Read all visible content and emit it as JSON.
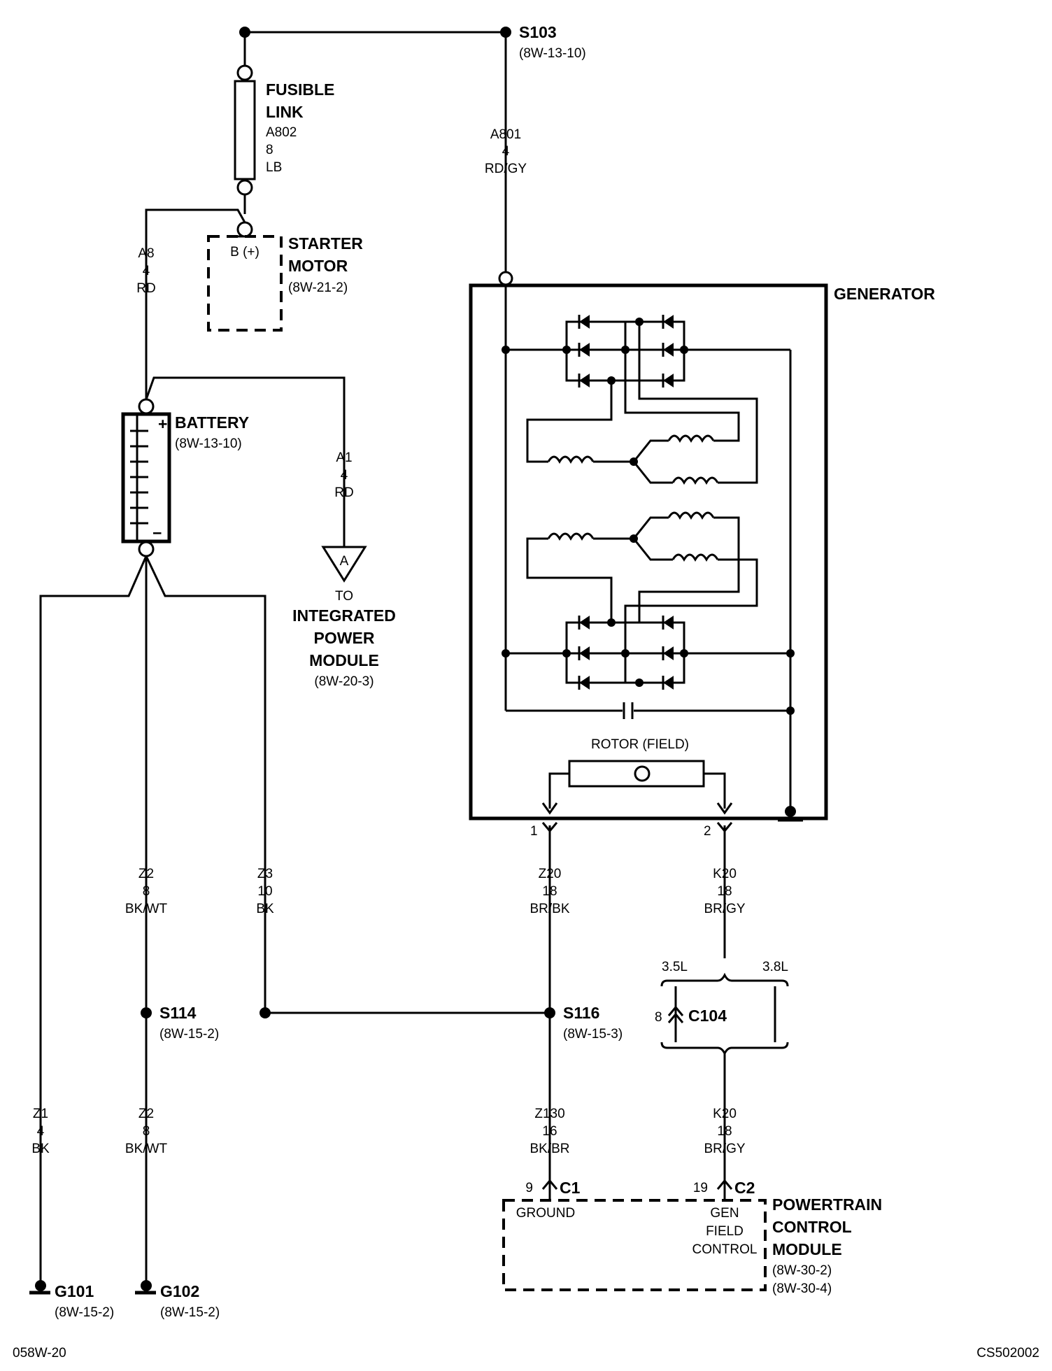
{
  "fusible_link": {
    "title1": "FUSIBLE",
    "title2": "LINK",
    "circuit": "A802",
    "gauge": "8",
    "color": "LB"
  },
  "s103": {
    "name": "S103",
    "ref": "(8W-13-10)"
  },
  "a801": {
    "circuit": "A801",
    "gauge": "4",
    "color": "RD/GY"
  },
  "starter": {
    "title1": "STARTER",
    "title2": "MOTOR",
    "ref": "(8W-21-2)",
    "terminal": "B (+)"
  },
  "a8": {
    "circuit": "A8",
    "gauge": "4",
    "color": "RD"
  },
  "battery": {
    "title": "BATTERY",
    "ref": "(8W-13-10)",
    "plus": "+",
    "minus": "−"
  },
  "a1": {
    "circuit": "A1",
    "gauge": "4",
    "color": "RD"
  },
  "ipm": {
    "connector": "A",
    "line1": "TO",
    "line2": "INTEGRATED",
    "line3": "POWER",
    "line4": "MODULE",
    "ref": "(8W-20-3)"
  },
  "generator": {
    "title": "GENERATOR",
    "rotor": "ROTOR (FIELD)",
    "pin1": "1",
    "pin2": "2"
  },
  "z20": {
    "circuit": "Z20",
    "gauge": "18",
    "color": "BR/BK"
  },
  "k20_top": {
    "circuit": "K20",
    "gauge": "18",
    "color": "BR/GY"
  },
  "z2_top": {
    "circuit": "Z2",
    "gauge": "8",
    "color": "BK/WT"
  },
  "z3": {
    "circuit": "Z3",
    "gauge": "10",
    "color": "BK"
  },
  "s114": {
    "name": "S114",
    "ref": "(8W-15-2)"
  },
  "s116": {
    "name": "S116",
    "ref": "(8W-15-3)"
  },
  "c104": {
    "name": "C104",
    "pin": "8",
    "left_variant": "3.5L",
    "right_variant": "3.8L"
  },
  "z1": {
    "circuit": "Z1",
    "gauge": "4",
    "color": "BK"
  },
  "z2_bottom": {
    "circuit": "Z2",
    "gauge": "8",
    "color": "BK/WT"
  },
  "z130": {
    "circuit": "Z130",
    "gauge": "16",
    "color": "BK/BR"
  },
  "k20_bottom": {
    "circuit": "K20",
    "gauge": "18",
    "color": "BR/GY"
  },
  "pcm": {
    "title1": "POWERTRAIN",
    "title2": "CONTROL",
    "title3": "MODULE",
    "ref1": "(8W-30-2)",
    "ref2": "(8W-30-4)",
    "c1": "C1",
    "c1_pin": "9",
    "c1_label": "GROUND",
    "c2": "C2",
    "c2_pin": "19",
    "c2_label1": "GEN",
    "c2_label2": "FIELD",
    "c2_label3": "CONTROL"
  },
  "g101": {
    "name": "G101",
    "ref": "(8W-15-2)"
  },
  "g102": {
    "name": "G102",
    "ref": "(8W-15-2)"
  },
  "footer": {
    "left": "058W-20",
    "right": "CS502002"
  }
}
